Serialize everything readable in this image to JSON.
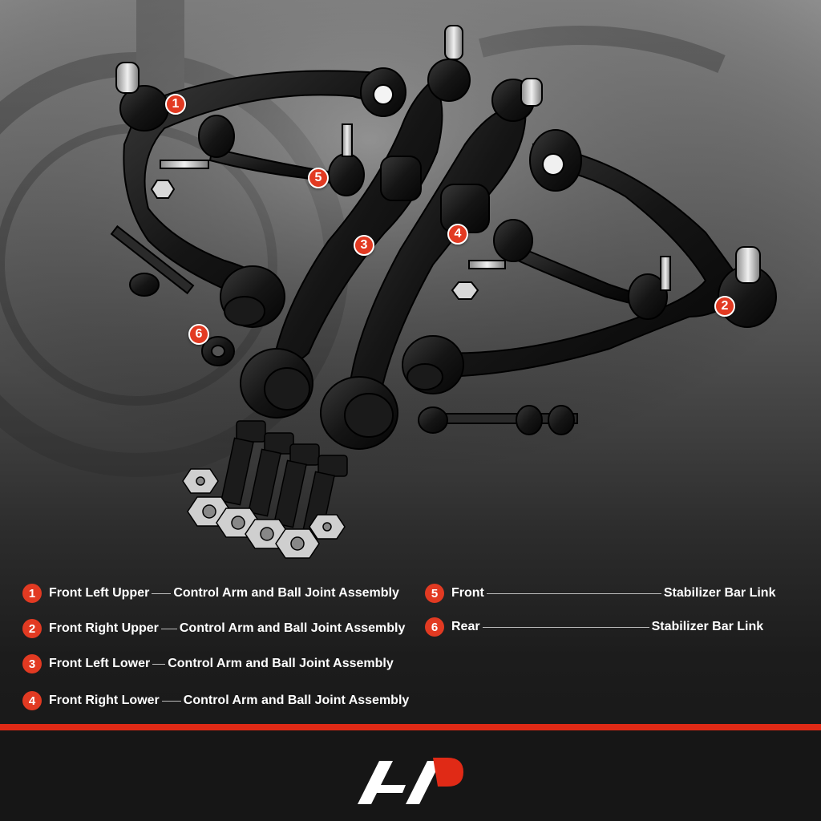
{
  "legend": {
    "items": [
      {
        "num": "1",
        "part": "Front Left Upper",
        "desc": "Control Arm and Ball Joint Assembly"
      },
      {
        "num": "2",
        "part": "Front Right Upper",
        "desc": "Control Arm and Ball Joint Assembly"
      },
      {
        "num": "3",
        "part": "Front Left Lower",
        "desc": "Control Arm and Ball Joint Assembly"
      },
      {
        "num": "4",
        "part": "Front Right Lower",
        "desc": "Control Arm and Ball Joint Assembly"
      },
      {
        "num": "5",
        "part": "Front",
        "desc": "Stabilizer Bar Link"
      },
      {
        "num": "6",
        "part": "Rear",
        "desc": "Stabilizer Bar Link"
      }
    ]
  },
  "colors": {
    "accent": "#e23a22",
    "divider": "#e02a16",
    "footer": "#161616",
    "part": "#111111"
  },
  "logo": {
    "icon": "a-premium-logo-icon"
  }
}
